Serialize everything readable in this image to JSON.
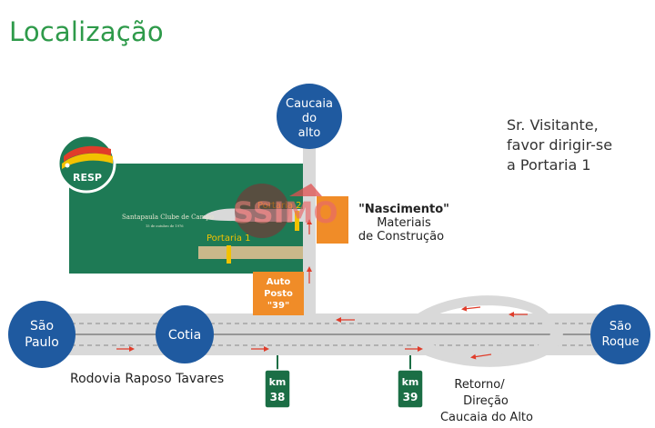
{
  "page": {
    "title": "Localização",
    "visitor_note": [
      "Sr. Visitante,",
      "favor dirigir-se",
      "a Portaria 1"
    ]
  },
  "colors": {
    "title_green": "#2e9a4a",
    "club_area": "#1e7a55",
    "city_circle": "#1f5aa0",
    "road_gray": "#d9d9d9",
    "accent_orange": "#f08c28",
    "arrow_red": "#e03c2a",
    "km_sign_green": "#1b6e45"
  },
  "club": {
    "logo_text": "RESP",
    "signage_name": "Santapaula Clube de Campo",
    "signage_subtitle": "15 de outubro de 1976",
    "gates": [
      "Portaria 2",
      "Portaria 1"
    ]
  },
  "cities": {
    "caucaia": [
      "Caucaia",
      "do",
      "alto"
    ],
    "sao_paulo": [
      "São",
      "Paulo"
    ],
    "cotia": [
      "Cotia"
    ],
    "sao_roque": [
      "São",
      "Roque"
    ]
  },
  "places": {
    "nascimento_name": "\"Nascimento\"",
    "nascimento_lines": [
      "Materiais",
      "de Construção"
    ],
    "auto_posto": [
      "Auto",
      "Posto",
      "\"39\""
    ]
  },
  "road": {
    "name": "Rodovia Raposo Tavares",
    "km_signs": [
      {
        "prefix": "km",
        "number": "38"
      },
      {
        "prefix": "km",
        "number": "39"
      }
    ],
    "retorno": [
      "Retorno/",
      "Direção",
      "Caucaia do Alto"
    ]
  },
  "watermark": "SSIMO"
}
